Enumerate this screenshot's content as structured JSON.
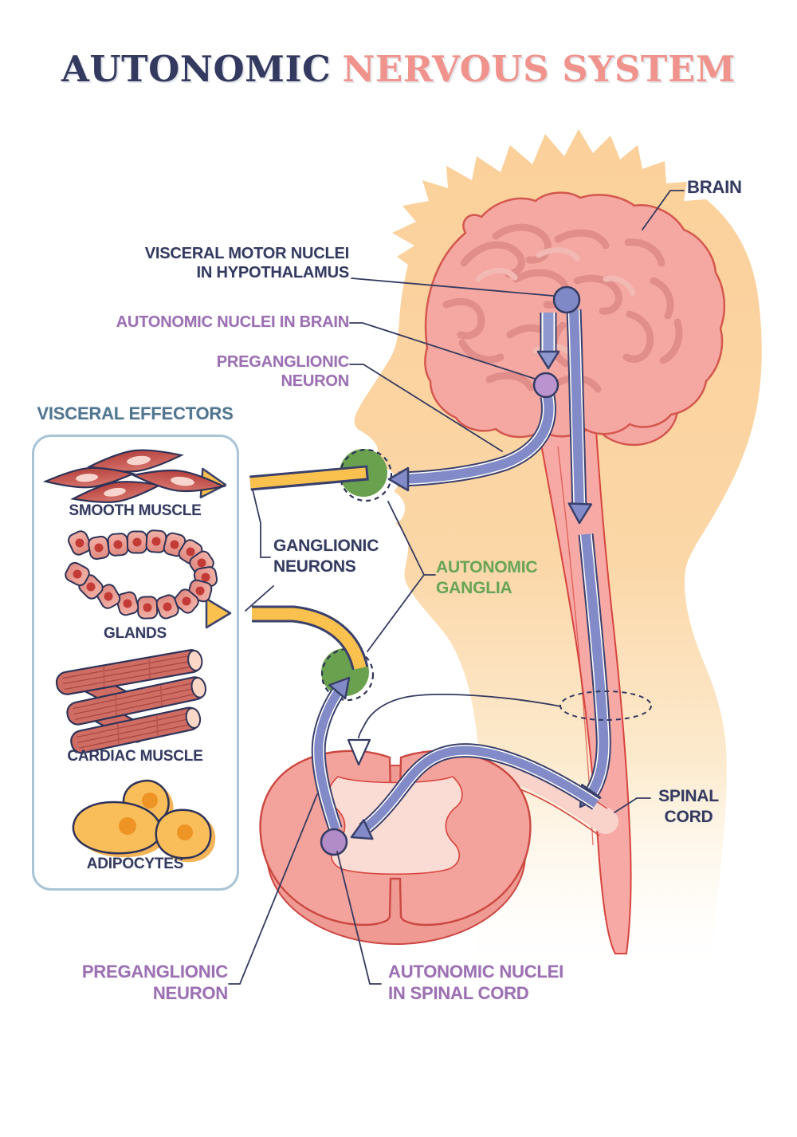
{
  "title": {
    "part1": "AUTONOMIC",
    "part2": "NERVOUS SYSTEM"
  },
  "callouts": {
    "brain": "BRAIN",
    "visceral_motor_nuclei": "VISCERAL MOTOR NUCLEI\nIN HYPOTHALAMUS",
    "autonomic_nuclei_brain": "AUTONOMIC NUCLEI IN BRAIN",
    "preganglionic_neuron_top": "PREGANGLIONIC\nNEURON",
    "ganglionic_neurons": "GANGLIONIC\nNEURONS",
    "autonomic_ganglia": "AUTONOMIC\nGANGLIA",
    "spinal_cord": "SPINAL\nCORD",
    "preganglionic_neuron_bottom": "PREGANGLIONIC\nNEURON",
    "autonomic_nuclei_spinal_cord": "AUTONOMIC NUCLEI\nIN SPINAL CORD"
  },
  "visceral_effectors": {
    "heading": "VISCERAL EFFECTORS",
    "items": [
      {
        "label": "SMOOTH MUSCLE",
        "icon": "smooth-muscle-cells-icon"
      },
      {
        "label": "GLANDS",
        "icon": "gland-cell-chain-icon"
      },
      {
        "label": "CARDIAC MUSCLE",
        "icon": "cardiac-muscle-fibers-icon"
      },
      {
        "label": "ADIPOCYTES",
        "icon": "adipocyte-cells-icon"
      }
    ]
  },
  "colors": {
    "title_navy": "#343a5f",
    "title_salmon": "#f0938c",
    "label_purple": "#9c6fb2",
    "label_green": "#69a551",
    "label_steel_blue": "#50758f",
    "ganglion_green": "#6aa14f",
    "pathway_periwinkle": "#828bc7",
    "arrow_yellow": "#fbc14e",
    "brain_pink": "#f5a8a2",
    "outline_red": "#d6544c",
    "head_silhouette_yellow": "#fbd29e",
    "nucleus_blue": "#7e89c5",
    "nucleus_purple": "#b18cc6",
    "outline_navy": "#2f3357",
    "effector_box_border": "#a9c4d6"
  }
}
